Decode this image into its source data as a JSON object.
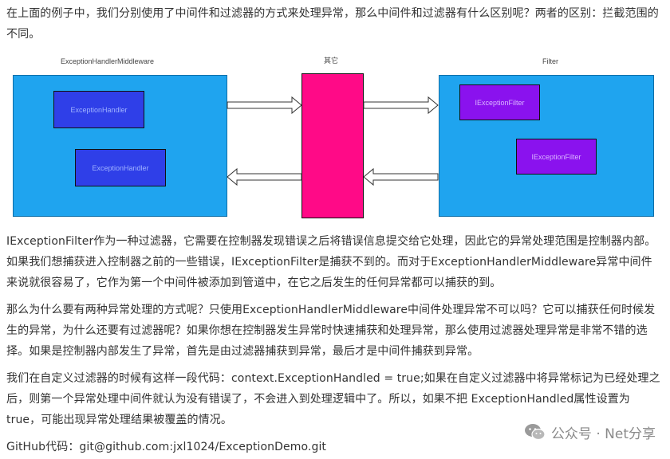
{
  "intro": "在上面的例子中，我们分别使用了中间件和过滤器的方式来处理异常，那么中间件和过滤器有什么区别呢？两者的区别：拦截范围的不同。",
  "diagram": {
    "left_title": "ExceptionHandlerMiddleware",
    "middle_title": "其它",
    "right_title": "Filter",
    "left_boxes": [
      "ExceptionHandler",
      "ExceptionHandler"
    ],
    "right_boxes": [
      "IExceptionFilter",
      "IExceptionFilter"
    ],
    "colors": {
      "panel": "#1fa4ef",
      "blue_box": "#2f3fe8",
      "purple_box": "#8a12ee",
      "middle": "#ff0a87"
    }
  },
  "paragraphs": [
    "IExceptionFilter作为一种过滤器，它需要在控制器发现错误之后将错误信息提交给它处理，因此它的异常处理范围是控制器内部。如果我们想捕获进入控制器之前的一些错误，IExceptionFilter是捕获不到的。而对于ExceptionHandlerMiddleware异常中间件来说就很容易了，它作为第一个中间件被添加到管道中，在它之后发生的任何异常都可以捕获的到。",
    "那么为什么要有两种异常处理的方式呢？只使用ExceptionHandlerMiddleware中间件处理异常不可以吗？它可以捕获任何时候发生的异常，为什么还要有过滤器呢？如果你想在控制器发生异常时快速捕获和处理异常，那么使用过滤器处理异常是非常不错的选择。如果是控制器内部发生了异常，首先是由过滤器捕获到异常，最后才是中间件捕获到异常。",
    "我们在自定义过滤器的时候有这样一段代码：context.ExceptionHandled = true;如果在自定义过滤器中将异常标记为已经处理之后，则第一个异常处理中间件就认为没有错误了，不会进入到处理逻辑中了。所以，如果不把 ExceptionHandled属性设置为true，可能出现异常处理结果被覆盖的情况。",
    "GitHub代码：git@github.com:jxl1024/ExceptionDemo.git"
  ],
  "watermark": {
    "icon": "wechat-icon",
    "text": "公众号 · Net分享"
  }
}
